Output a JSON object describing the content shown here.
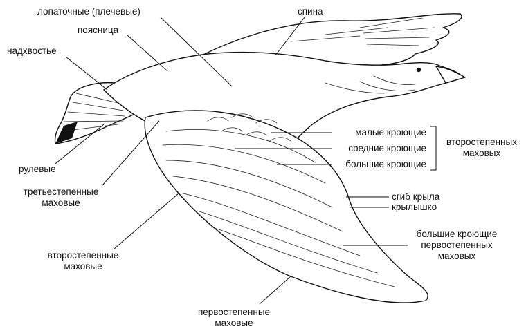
{
  "labels": {
    "scapulars": "лопаточные (плечевые)",
    "back": "спина",
    "rump": "поясница",
    "uppertail_coverts": "надхвостье",
    "rectrices": "рулевые",
    "tertials_line1": "третьестепенные",
    "tertials_line2": "маховые",
    "secondaries_line1": "второстепенные",
    "secondaries_line2": "маховые",
    "primaries_line1": "первостепенные",
    "primaries_line2": "маховые",
    "lesser_coverts": "малые кроющие",
    "median_coverts": "средние кроющие",
    "greater_coverts": "большие кроющие",
    "secondary_group_line1": "второстепенных",
    "secondary_group_line2": "маховых",
    "wrist": "сгиб крыла",
    "alula": "крылышко",
    "primary_coverts_line1": "большие кроющие",
    "primary_coverts_line2": "первостепенных",
    "primary_coverts_line3": "маховых"
  }
}
